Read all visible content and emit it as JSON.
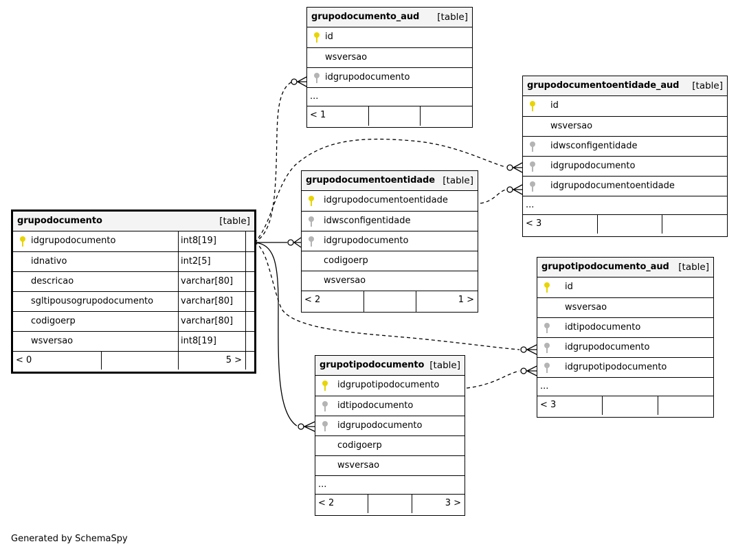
{
  "tables": {
    "grupodocumento": {
      "name": "grupodocumento",
      "tag": "[table]",
      "columns": [
        {
          "name": "idgrupodocumento",
          "type": "int8[19]",
          "key": "pk"
        },
        {
          "name": "idnativo",
          "type": "int2[5]",
          "key": ""
        },
        {
          "name": "descricao",
          "type": "varchar[80]",
          "key": ""
        },
        {
          "name": "sgltipousogrupodocumento",
          "type": "varchar[80]",
          "key": ""
        },
        {
          "name": "codigoerp",
          "type": "varchar[80]",
          "key": ""
        },
        {
          "name": "wsversao",
          "type": "int8[19]",
          "key": ""
        }
      ],
      "footer": {
        "left": "< 0",
        "right": "5 >"
      }
    },
    "grupodocumento_aud": {
      "name": "grupodocumento_aud",
      "tag": "[table]",
      "columns": [
        {
          "name": "id",
          "key": "pk"
        },
        {
          "name": "wsversao",
          "key": ""
        },
        {
          "name": "idgrupodocumento",
          "key": "fk"
        }
      ],
      "more": "...",
      "footer": {
        "left": "< 1",
        "right": ""
      }
    },
    "grupodocumentoentidade_aud": {
      "name": "grupodocumentoentidade_aud",
      "tag": "[table]",
      "columns": [
        {
          "name": "id",
          "key": "pk"
        },
        {
          "name": "wsversao",
          "key": ""
        },
        {
          "name": "idwsconfigentidade",
          "key": "fk"
        },
        {
          "name": "idgrupodocumento",
          "key": "fk"
        },
        {
          "name": "idgrupodocumentoentidade",
          "key": "fk"
        }
      ],
      "more": "...",
      "footer": {
        "left": "< 3",
        "right": ""
      }
    },
    "grupodocumentoentidade": {
      "name": "grupodocumentoentidade",
      "tag": "[table]",
      "columns": [
        {
          "name": "idgrupodocumentoentidade",
          "key": "pk"
        },
        {
          "name": "idwsconfigentidade",
          "key": "fk"
        },
        {
          "name": "idgrupodocumento",
          "key": "fk"
        },
        {
          "name": "codigoerp",
          "key": ""
        },
        {
          "name": "wsversao",
          "key": ""
        }
      ],
      "footer": {
        "left": "< 2",
        "right": "1 >"
      }
    },
    "grupotipodocumento_aud": {
      "name": "grupotipodocumento_aud",
      "tag": "[table]",
      "columns": [
        {
          "name": "id",
          "key": "pk"
        },
        {
          "name": "wsversao",
          "key": ""
        },
        {
          "name": "idtipodocumento",
          "key": "fk"
        },
        {
          "name": "idgrupodocumento",
          "key": "fk"
        },
        {
          "name": "idgrupotipodocumento",
          "key": "fk"
        }
      ],
      "more": "...",
      "footer": {
        "left": "< 3",
        "right": ""
      }
    },
    "grupotipodocumento": {
      "name": "grupotipodocumento",
      "tag": "[table]",
      "columns": [
        {
          "name": "idgrupotipodocumento",
          "key": "pk"
        },
        {
          "name": "idtipodocumento",
          "key": "fk"
        },
        {
          "name": "idgrupodocumento",
          "key": "fk"
        },
        {
          "name": "codigoerp",
          "key": ""
        },
        {
          "name": "wsversao",
          "key": ""
        }
      ],
      "more": "...",
      "footer": {
        "left": "< 2",
        "right": "3 >"
      }
    }
  },
  "credit": "Generated by SchemaSpy"
}
